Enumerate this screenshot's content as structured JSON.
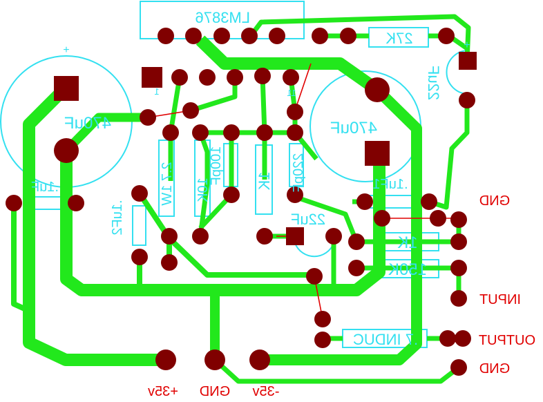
{
  "colors": {
    "background": "#ffffff",
    "copper_trace": "#22e81c",
    "pad": "#800000",
    "silkscreen": "#33e0f0",
    "jumper_wire": "#e00000",
    "io_labels": "#e00000"
  },
  "board": {
    "view": "mirrored (bottom side)",
    "ic_label": "LM3876",
    "pin_marks": {
      "pin1": "1",
      "pin11": "11"
    },
    "components": {
      "c_470_left": "470uF",
      "c_470_right": "470uF",
      "c_22uf_top": "22uF",
      "c_22uf_mid": "22uF",
      "c_01uf_left": ".1uF",
      "c_01uf_vert": ".1uF2",
      "c_01uf_right": ".1uF1",
      "r_27_1w": "2.7 1W",
      "r_10k": "10K",
      "c_100pf": "100pF",
      "r_1k_mid": "1K",
      "c_220pf": "220pF",
      "r_27k": "27K",
      "r_1k_right": "1K",
      "r_150k": "150K",
      "inductor": ".7 INDUC"
    },
    "polarity_marks": {
      "plus_left": "+",
      "plus_right": "+"
    }
  },
  "connectors": {
    "gnd_top": "GND",
    "input": "INPUT",
    "output": "OUTPUT",
    "gnd_bottom": "GND",
    "plus35": "+35v",
    "gnd_power": "GND",
    "minus35": "-35v"
  }
}
